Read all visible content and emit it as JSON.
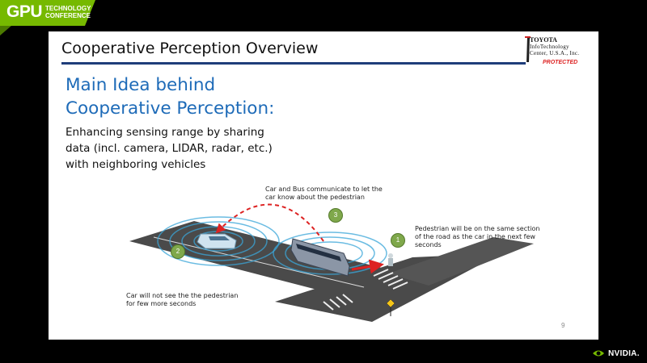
{
  "conference": {
    "gpu": "GPU",
    "line1": "TECHNOLOGY",
    "line2": "CONFERENCE",
    "accent": "#76b900"
  },
  "slide": {
    "title": "Cooperative Perception Overview",
    "logo": {
      "line1": "TOYOTA",
      "line2": "InfoTechnology",
      "line3": "Center, U.S.A., Inc.",
      "protected": "PROTECTED"
    },
    "heading_line1": "Main Idea behind",
    "heading_line2": "Cooperative Perception:",
    "desc_line1": "Enhancing sensing range by sharing",
    "desc_line2": "data (incl. camera, LIDAR, radar, etc.)",
    "desc_line3": "with neighboring vehicles",
    "page_number": "9"
  },
  "diagram": {
    "callout3_line1": "Car and Bus communicate to let the",
    "callout3_line2": "car know about the pedestrian",
    "callout1_line1": "Pedestrian will be on the same section",
    "callout1_line2": "of the road as the car in the next few",
    "callout1_line3": "seconds",
    "callout2_line1": "Car will not see the the pedestrian",
    "callout2_line2": "for few more seconds",
    "badge1": "1",
    "badge2": "2",
    "badge3": "3"
  },
  "footer": {
    "brand": "NVIDIA."
  }
}
